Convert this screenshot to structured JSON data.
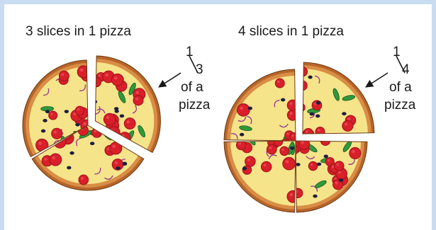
{
  "diagram": {
    "colors": {
      "background_border": "#c9dcf0",
      "panel": "#ffffff",
      "crust_outer": "#b8652a",
      "crust_inner": "#d98d45",
      "cheese": "#f6e48a",
      "pepperoni": "#d81f2a",
      "pepperoni_dark": "#9e1119",
      "pepper": "#2f9a3a",
      "olive": "#1d1f3f",
      "onion": "#9b3d8d"
    },
    "left": {
      "title": "3 slices in 1 pizza",
      "numerator": "1",
      "denominator": "3",
      "caption_line1": "of a",
      "caption_line2": "pizza",
      "slices": 3,
      "pizza_icon": "pizza-icon",
      "arrow_icon": "arrow-icon"
    },
    "right": {
      "title": "4 slices in 1 pizza",
      "numerator": "1",
      "denominator": "4",
      "caption_line1": "of a",
      "caption_line2": "pizza",
      "slices": 4,
      "pizza_icon": "pizza-icon",
      "arrow_icon": "arrow-icon"
    }
  }
}
